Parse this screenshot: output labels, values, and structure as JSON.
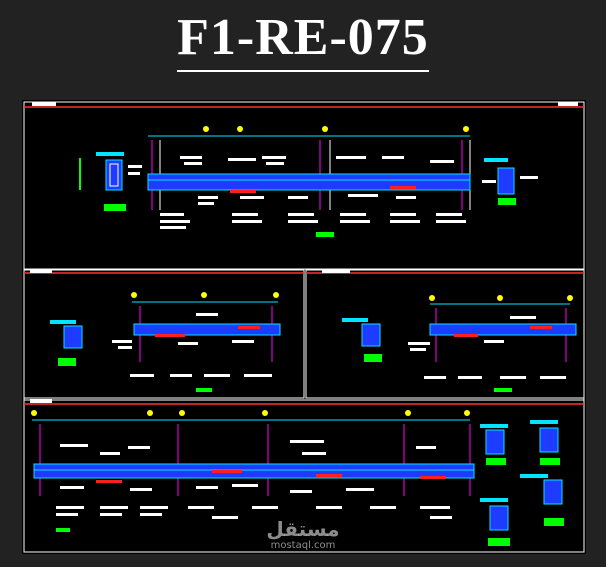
{
  "title": "F1-RE-075",
  "watermark": {
    "arabic": "مستقل",
    "latin": "mostaql.com"
  },
  "colors": {
    "background": "#222222",
    "sheet": "#000000",
    "frame": "#ffffff",
    "frame_red": "#ff3030",
    "beam_blue": "#1e3cff",
    "cyan": "#00e5ff",
    "green": "#00ff00",
    "red": "#ff1f1f",
    "yellow": "#ffff00",
    "magenta": "#ff00ff"
  },
  "icons": [
    "logo-watermark"
  ]
}
